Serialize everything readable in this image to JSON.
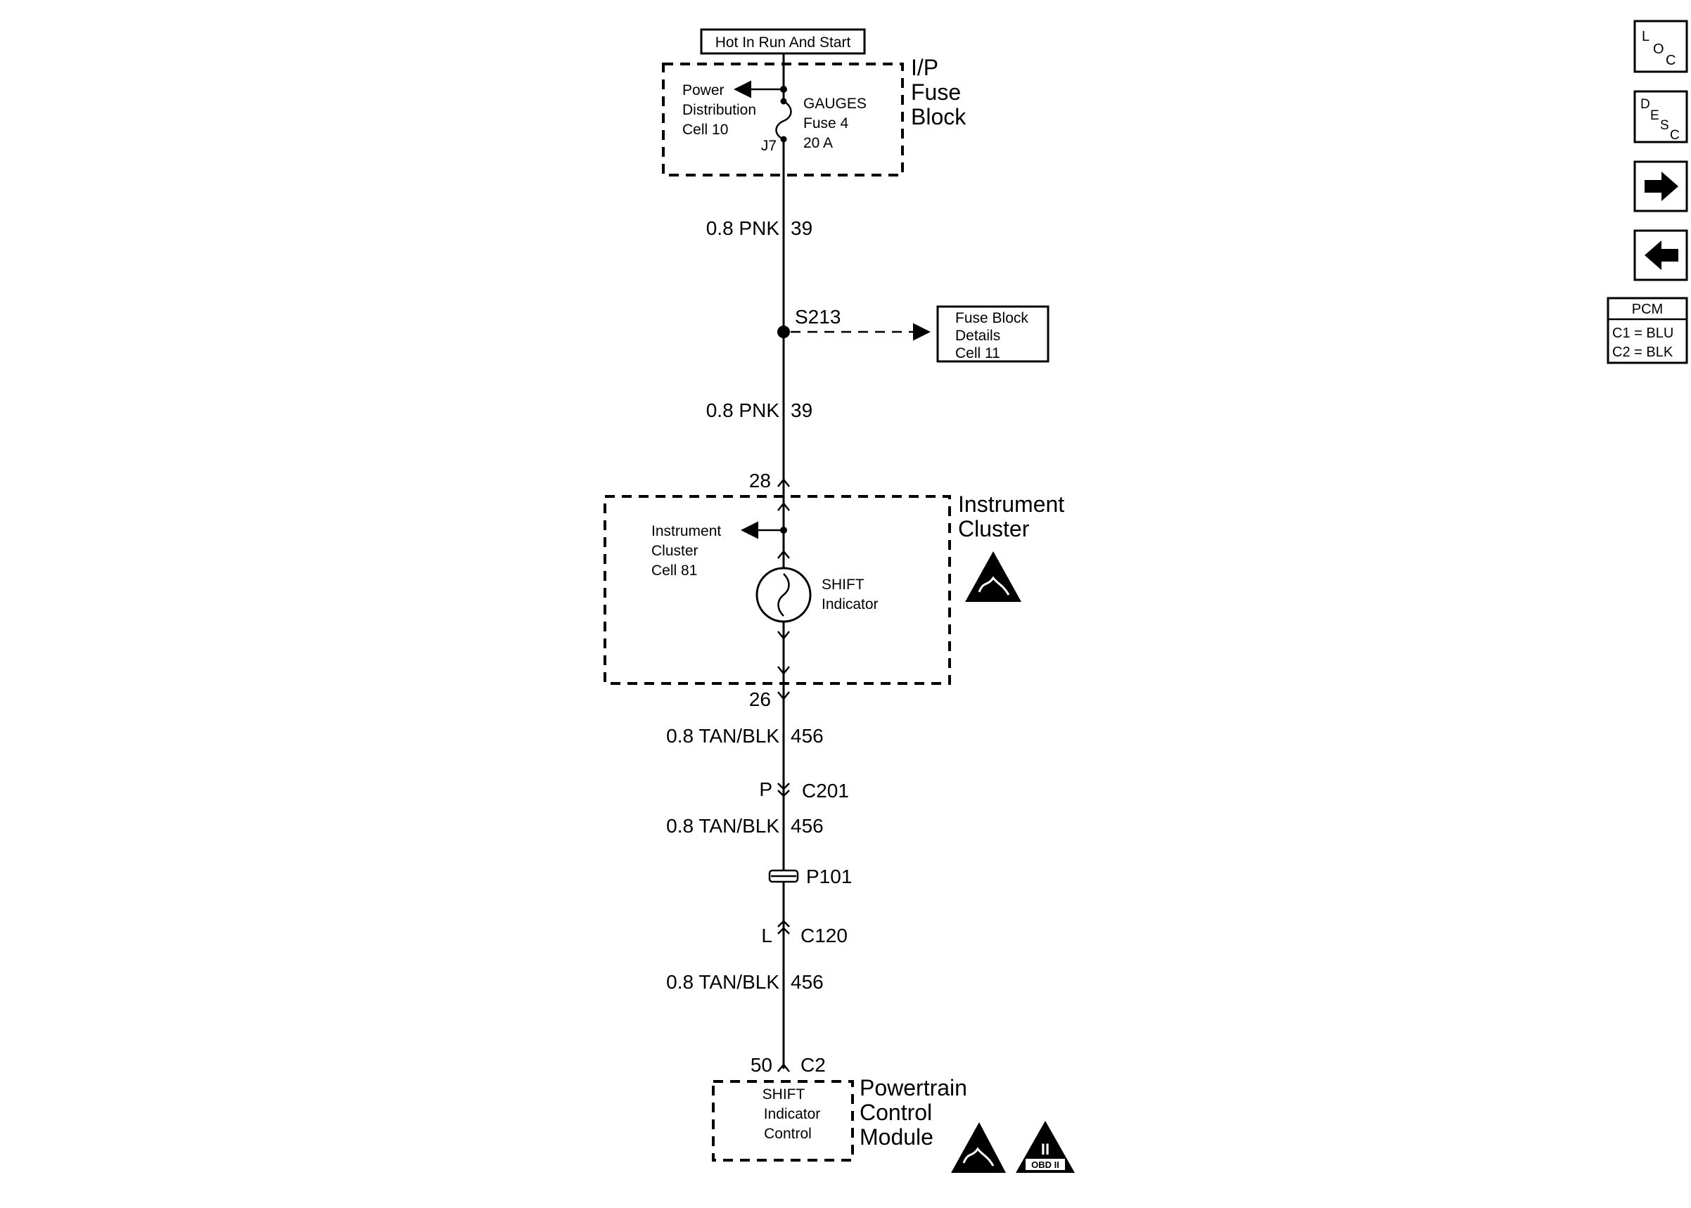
{
  "supply": {
    "label": "Hot In Run And Start"
  },
  "fuse_block": {
    "name_line1": "I/P",
    "name_line2": "Fuse",
    "name_line3": "Block",
    "ref_line1": "Power",
    "ref_line2": "Distribution",
    "ref_line3": "Cell 10",
    "fuse_line1": "GAUGES",
    "fuse_line2": "Fuse 4",
    "fuse_line3": "20 A",
    "terminal": "J7"
  },
  "wire_1": {
    "spec": "0.8 PNK",
    "circuit": "39"
  },
  "splice": {
    "id": "S213",
    "ref_line1": "Fuse Block",
    "ref_line2": "Details",
    "ref_line3": "Cell 11"
  },
  "wire_2": {
    "spec": "0.8 PNK",
    "circuit": "39"
  },
  "instrument_cluster": {
    "pin_in": "28",
    "name_line1": "Instrument",
    "name_line2": "Cluster",
    "ref_line1": "Instrument",
    "ref_line2": "Cluster",
    "ref_line3": "Cell 81",
    "lamp_line1": "SHIFT",
    "lamp_line2": "Indicator",
    "pin_out": "26"
  },
  "wire_3": {
    "spec": "0.8 TAN/BLK",
    "circuit": "456"
  },
  "connector_c201": {
    "pin": "P",
    "id": "C201"
  },
  "wire_4": {
    "spec": "0.8 TAN/BLK",
    "circuit": "456"
  },
  "passthrough": {
    "id": "P101"
  },
  "connector_c120": {
    "pin": "L",
    "id": "C120"
  },
  "wire_5": {
    "spec": "0.8 TAN/BLK",
    "circuit": "456"
  },
  "pcm": {
    "pin": "50",
    "connector": "C2",
    "name_line1": "Powertrain",
    "name_line2": "Control",
    "name_line3": "Module",
    "func_line1": "SHIFT",
    "func_line2": "Indicator",
    "func_line3": "Control",
    "obd_symbol": "II",
    "obd_label": "OBD II"
  },
  "nav": {
    "loc_1": "L",
    "loc_2": "O",
    "loc_3": "C",
    "desc_1": "D",
    "desc_2": "E",
    "desc_3": "S",
    "desc_4": "C",
    "next_icon": "arrow-right-icon",
    "prev_icon": "arrow-left-icon"
  },
  "connector_legend": {
    "title": "PCM",
    "row1": "C1 = BLU",
    "row2": "C2 = BLK"
  }
}
